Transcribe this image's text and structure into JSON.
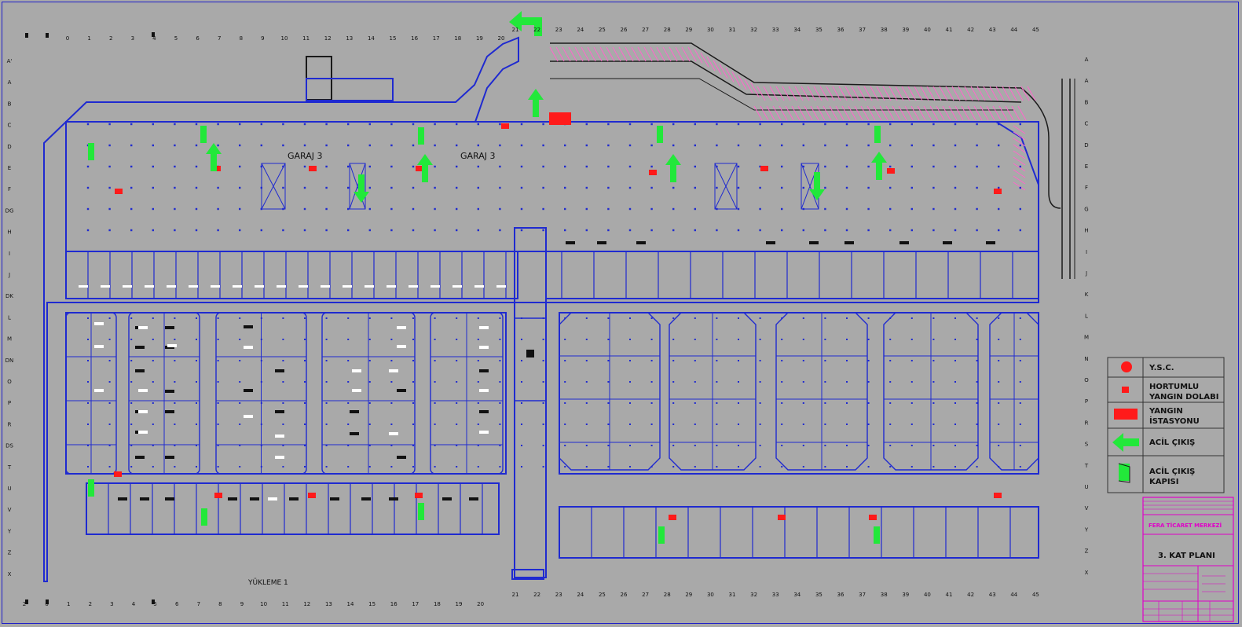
{
  "colors": {
    "background": "#a9a9a9",
    "wall": "#1f2ad0",
    "dark_line": "#1a1a1a",
    "exit_green": "#22e83a",
    "fire_red": "#ff1a1a",
    "hatch_pink": "#ff66cc",
    "title_magenta": "#e000c8",
    "store_fill": "#ffffff",
    "marker_black": "#111111"
  },
  "grid": {
    "top_labels_left": [
      "0",
      "1",
      "2",
      "3",
      "4",
      "5",
      "6",
      "7",
      "8",
      "9",
      "10",
      "11",
      "12",
      "13",
      "14",
      "15",
      "16",
      "17",
      "18",
      "19",
      "20"
    ],
    "top_labels_right": [
      "21",
      "22",
      "23",
      "24",
      "25",
      "26",
      "27",
      "28",
      "29",
      "30",
      "31",
      "32",
      "33",
      "34",
      "35",
      "36",
      "37",
      "38",
      "39",
      "40",
      "41",
      "42",
      "43",
      "44",
      "45"
    ],
    "bottom_labels_left": [
      "2'",
      "0",
      "1",
      "2",
      "3",
      "4",
      "5",
      "6",
      "7",
      "8",
      "9",
      "10",
      "11",
      "12",
      "13",
      "14",
      "15",
      "16",
      "17",
      "18",
      "19",
      "20"
    ],
    "bottom_labels_right": [
      "21",
      "22",
      "23",
      "24",
      "25",
      "26",
      "27",
      "28",
      "29",
      "30",
      "31",
      "32",
      "33",
      "34",
      "35",
      "36",
      "37",
      "38",
      "39",
      "40",
      "41",
      "42",
      "43",
      "44",
      "45"
    ],
    "row_labels_left": [
      "A'",
      "A",
      "B",
      "C",
      "D",
      "E",
      "F",
      "DG",
      "H",
      "I",
      "J",
      "DK",
      "L",
      "M",
      "DN",
      "O",
      "P",
      "R",
      "DS",
      "T",
      "U",
      "V",
      "Y",
      "Z",
      "X"
    ],
    "row_labels_right": [
      "A",
      "A",
      "B",
      "C",
      "D",
      "E",
      "F",
      "G",
      "H",
      "I",
      "J",
      "K",
      "L",
      "M",
      "N",
      "O",
      "P",
      "R",
      "S",
      "T",
      "U",
      "V",
      "Y",
      "Z",
      "X"
    ]
  },
  "labels": {
    "garage_left": "GARAJ 3",
    "garage_right": "GARAJ 3",
    "loading": "YÜKLEME  1"
  },
  "legend": {
    "items": [
      {
        "icon": "ysc-circle-icon",
        "label_lines": [
          "Y.S.C."
        ]
      },
      {
        "icon": "hose-cabinet-square-icon",
        "label_lines": [
          "HORTUMLU",
          "YANGIN DOLABI"
        ]
      },
      {
        "icon": "fire-station-rect-icon",
        "label_lines": [
          "YANGIN",
          "İSTASYONU"
        ]
      },
      {
        "icon": "emergency-exit-arrow-icon",
        "label_lines": [
          "ACİL ÇIKIŞ"
        ]
      },
      {
        "icon": "emergency-door-icon",
        "label_lines": [
          "ACİL ÇIKIŞ",
          "KAPISI"
        ]
      }
    ]
  },
  "title_block": {
    "project": "FERA TİCARET MERKEZİ",
    "drawing": "3. KAT PLANI"
  }
}
